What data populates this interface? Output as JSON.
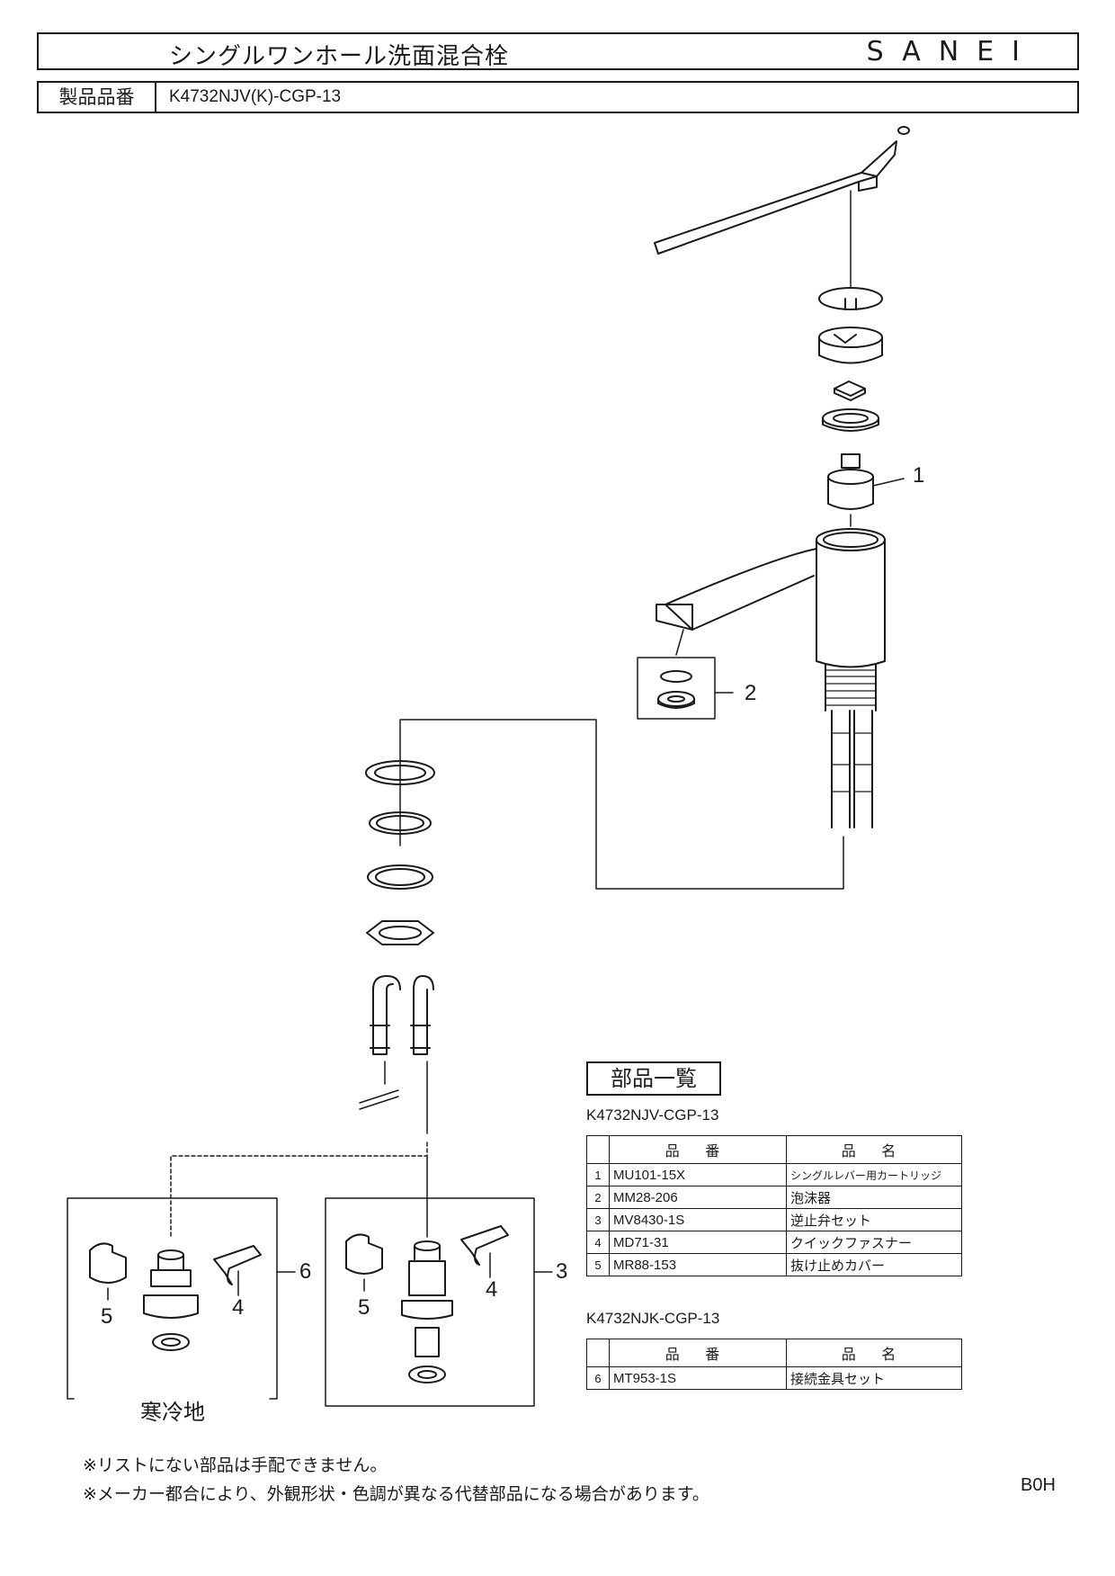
{
  "header": {
    "title": "シングルワンホール洗面混合栓",
    "brand": "SANEI"
  },
  "product_number": {
    "label": "製品品番",
    "value": "K4732NJV(K)-CGP-13"
  },
  "callouts": [
    "1",
    "2",
    "3",
    "4",
    "5",
    "6"
  ],
  "parts_list": {
    "heading": "部品一覧",
    "table_a": {
      "model": "K4732NJV-CGP-13",
      "col_code": "品 番",
      "col_name": "品 名",
      "rows": [
        {
          "no": "1",
          "code": "MU101-15X",
          "name": "シングルレバー用カートリッジ"
        },
        {
          "no": "2",
          "code": "MM28-206",
          "name": "泡沫器"
        },
        {
          "no": "3",
          "code": "MV8430-1S",
          "name": "逆止弁セット"
        },
        {
          "no": "4",
          "code": "MD71-31",
          "name": "クイックファスナー"
        },
        {
          "no": "5",
          "code": "MR88-153",
          "name": "抜け止めカバー"
        }
      ]
    },
    "table_b": {
      "model": "K4732NJK-CGP-13",
      "col_code": "品 番",
      "col_name": "品 名",
      "rows": [
        {
          "no": "6",
          "code": "MT953-1S",
          "name": "接続金具セット"
        }
      ]
    }
  },
  "cold_region_label": "寒冷地",
  "notes": [
    "※リストにない部品は手配できません。",
    "※メーカー都合により、外観形状・色調が異なる代替部品になる場合があります。"
  ],
  "doc_code": "B0H"
}
